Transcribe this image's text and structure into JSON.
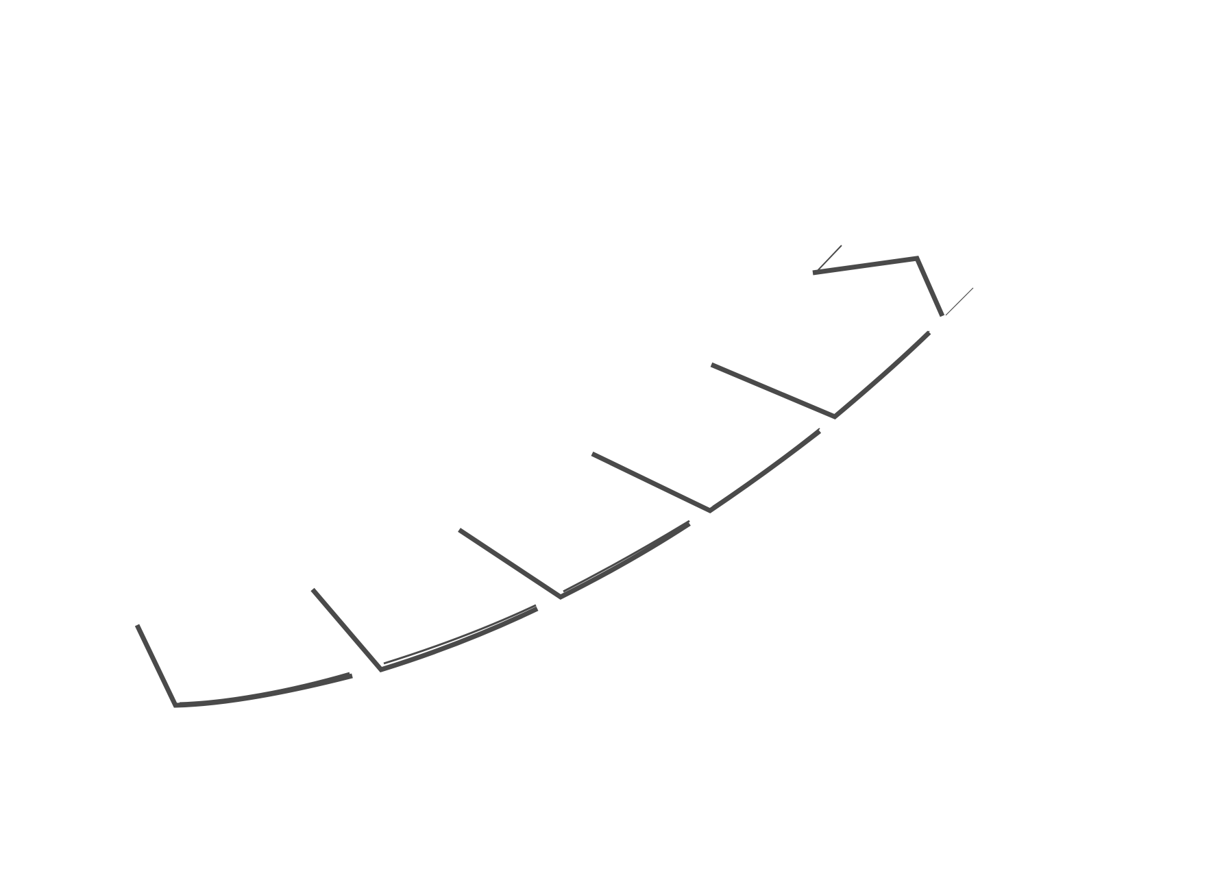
{
  "scene": {
    "background_color": "#ffffff",
    "stroke_color": "#4a4a4a",
    "elements": [
      "bracket-left",
      "bracket-tick-1",
      "bracket-tick-2",
      "bracket-tick-3",
      "bracket-tick-4",
      "bracket-right"
    ]
  }
}
